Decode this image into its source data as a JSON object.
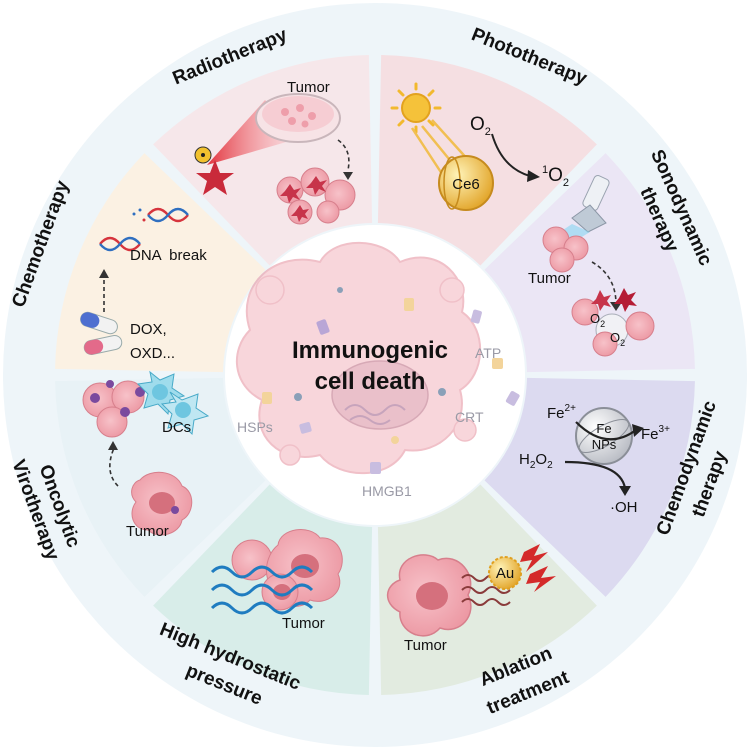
{
  "center": {
    "line1": "Immunogenic",
    "line2": "cell death"
  },
  "damps": {
    "atp": "ATP",
    "crt": "CRT",
    "hmgb1": "HMGB1",
    "hsps": "HSPs"
  },
  "segments": {
    "radiotherapy": {
      "title": "Radiotherapy",
      "tumor": "Tumor",
      "color": "#f6e7ea"
    },
    "phototherapy": {
      "title": "Phototherapy",
      "o2": "O",
      "sub2": "2",
      "singlet_sup": "1",
      "singlet": "O",
      "singlet_sub": "2",
      "ce6": "Ce6",
      "color": "#f5dfe2"
    },
    "sonodynamic": {
      "title1": "Sonodynamic",
      "title2": "therapy",
      "tumor": "Tumor",
      "o2a": "O",
      "o2b": "O",
      "sub": "2",
      "color": "#ebe6f5"
    },
    "chemodynamic": {
      "title1": "Chemodynamic",
      "title2": "therapy",
      "fe2": "Fe",
      "fe2_sup": "2+",
      "fe3": "Fe",
      "fe3_sup": "3+",
      "h2o2_a": "H",
      "h2o2_b": "O",
      "sub": "2",
      "oh": "·OH",
      "np1": "Fe",
      "np2": "NPs",
      "color": "#dcdaf0"
    },
    "ablation": {
      "title1": "Ablation",
      "title2": "treatment",
      "tumor": "Tumor",
      "au": "Au",
      "color": "#e2ebe0"
    },
    "hydrostatic": {
      "title1": "High hydrostatic",
      "title2": "pressure",
      "tumor": "Tumor",
      "color": "#d8ede9"
    },
    "oncolytic": {
      "title1": "Oncolytic",
      "title2": "Virotherapy",
      "tumor": "Tumor",
      "dcs": "DCs",
      "color": "#e8f2f6"
    },
    "chemotherapy": {
      "title": "Chemotherapy",
      "dna": "DNA  break",
      "dox": "DOX,",
      "oxd": "OXD...",
      "color": "#fbf1e3"
    }
  },
  "colors": {
    "background": "#f2f8fb",
    "ring_gap": "#ffffff",
    "tumor_pink": "#f08f9a",
    "tumor_core": "#d86a78",
    "virus": "#7a4a9e",
    "dc": "#6ec6e0",
    "gold": "#e8b43c",
    "star": "#c92a3a"
  }
}
